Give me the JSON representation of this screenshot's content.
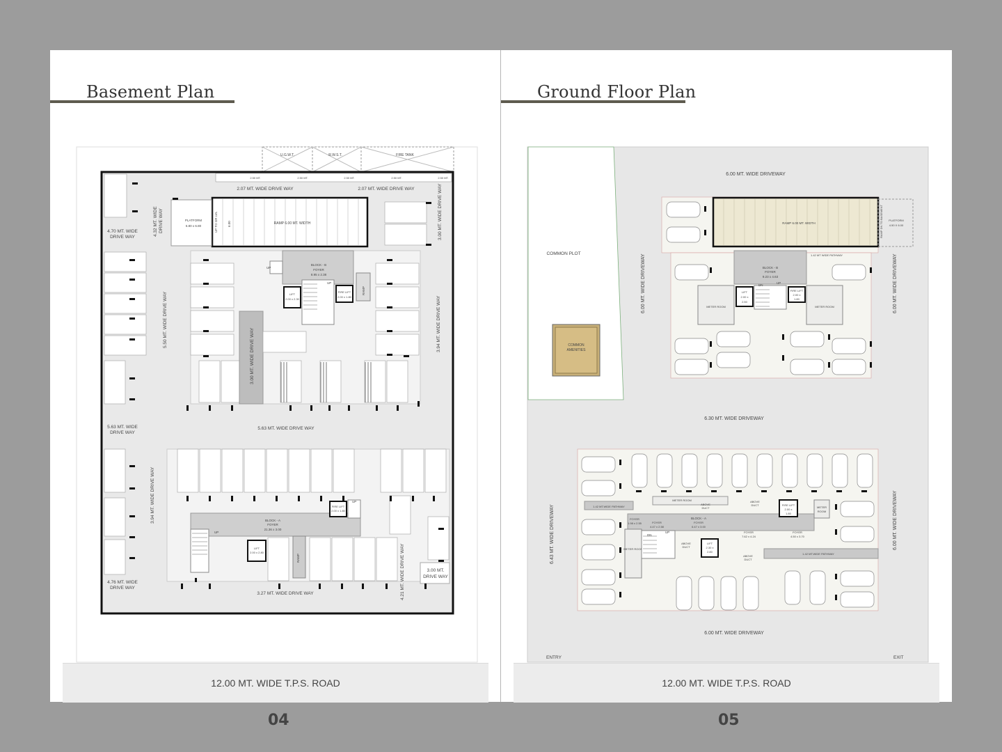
{
  "pages": [
    {
      "title": "Basement Plan",
      "road": "12.00 MT. WIDE T.P.S. ROAD",
      "page_number": "04",
      "labels": {
        "ugwt": "U.G.W.T.",
        "rwst": "R.W.S.T.",
        "fire_tank": "FIRE TANK",
        "drive_207_a": "2.07 MT. WIDE DRIVE WAY",
        "drive_207_b": "2.07 MT. WIDE DRIVE WAY",
        "drive_470": "4.70 MT. WIDE",
        "drive_way": "DRIVE WAY",
        "drive_432": "4.32 MT. WIDE",
        "drive_300_v": "3.00 MT. WIDE DRIVE WAY",
        "drive_550": "5.50 MT. WIDE DRIVE WAY",
        "drive_394_r": "3.94 MT. WIDE DRIVE WAY",
        "drive_300_c": "3.00 MT. WIDE DRIVE WAY",
        "drive_563_l": "5.63 MT. WIDE",
        "drive_563": "5.63 MT. WIDE DRIVE WAY",
        "drive_394_l": "3.94 MT. WIDE DRIVE WAY",
        "drive_476": "4.76 MT. WIDE",
        "drive_327": "3.27 MT. WIDE DRIVE WAY",
        "drive_421": "4.21 MT. WIDE DRIVE WAY",
        "drive_300_b": "3.00 MT.",
        "platform": "PLATFORM",
        "platform_size": "6.80 x 6.80",
        "ramp": "RAMP 6.00 MT. WIDTH",
        "up_to_ground": "UP TO GR LVL",
        "six": "6.00",
        "block_b": "BLOCK - B",
        "foyer": "FOYER",
        "block_b_size": "8.95 x 2.38",
        "lift": "LIFT",
        "lift_b_size": "2.00 x 2.30",
        "fire_lift": "FIRE LIFT",
        "fire_lift_b_size": "2.00 x 1.80",
        "ramp_short": "RAMP",
        "up": "UP",
        "block_a": "BLOCK - A",
        "block_a_size": "21.36 x 3.00",
        "lift_a_size": "2.00 x 2.80",
        "fire_lift_a_size": "2.00 x 1.80",
        "stall_size": "2.50 MT."
      }
    },
    {
      "title": "Ground Floor Plan",
      "road": "12.00 MT. WIDE T.P.S. ROAD",
      "page_number": "05",
      "labels": {
        "drive_600_top": "6.00 MT. WIDE DRIVEWAY",
        "common_plot": "COMMON PLOT",
        "common_amenities_1": "COMMON",
        "common_amenities_2": "AMENITIES",
        "drive_600_l": "6.00 MT. WIDE DRIVEWAY",
        "drive_600_r": "6.00 MT. WIDE DRIVEWAY",
        "ramp": "RAMP 6.00 MT. WIDTH",
        "ramp_down": "RAMP DN TO BASEMENT",
        "platform": "PLATFORM",
        "platform_size": "4.50 X 6.00",
        "pathway": "1.42 MT WIDE PATHWAY",
        "block_b": "BLOCK - B",
        "foyer": "FOYER",
        "block_b_size": "9.23 x 4.63",
        "lift": "LIFT",
        "lift_size": "2.00 x",
        "lift_size2": "2.50",
        "fire_lift": "FIRE LIFT",
        "fire_lift_size": "2.00 x",
        "fire_lift_size2": "1.80",
        "meter_room": "METER ROOM",
        "up": "UP",
        "dn": "DN",
        "drive_630": "6.30 MT. WIDE DRIVEWAY",
        "drive_643": "6.43 MT. WIDE DRIVEWAY",
        "drive_600_r2": "6.00 MT. WIDE DRIVEWAY",
        "drive_600_bottom": "6.00 MT. WIDE DRIVEWAY",
        "pathway_a1": "1.42 MT.WIDE PATHWAY",
        "pathway_a2": "1.42 MT.WIDE PATHWAY",
        "block_a": "BLOCK - A",
        "block_a_size": "6.47 x 3.00",
        "foyer_1": "FOYER",
        "foyer_1_size": "1.98 x 2.55",
        "foyer_2_size": "4.47 x 2.58",
        "foyer_3_size": "7.62 x 4.24",
        "foyer_4_size": "4.50 x 3.70",
        "meter_room_a": "METER ROOM",
        "meter_room_a2": "METER ROOM",
        "meter_short": "METER",
        "room_short": "ROOM",
        "above_duct": "ABOVE",
        "duct": "DUCT",
        "lift_a_size": "2.30 x",
        "lift_a_size2": "2.80",
        "fire_lift_a_size": "2.00 x",
        "fire_lift_a_size2": "1.80",
        "entry": "ENTRY",
        "exit": "EXIT"
      }
    }
  ]
}
